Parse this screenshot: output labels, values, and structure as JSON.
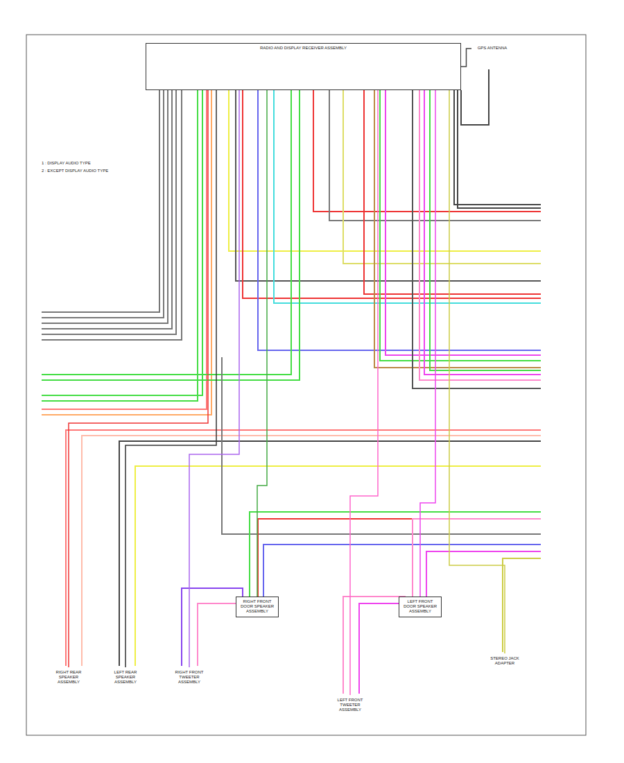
{
  "diagram": {
    "nodes": [
      {
        "text": [
          "RADIO AND DISPLAY RECEIVER ASSEMBLY"
        ]
      },
      {
        "text": [
          "GPS ANTENNA"
        ]
      },
      {
        "text": [
          "RIGHT REAR SPEAKER ASSEMBLY"
        ]
      },
      {
        "text": [
          "LEFT REAR SPEAKER ASSEMBLY"
        ]
      },
      {
        "text": [
          "RIGHT FRONT TWEETER ASSEMBLY"
        ]
      },
      {
        "text": [
          "RIGHT FRONT DOOR SPEAKER ASSEMBLY"
        ]
      },
      {
        "text": [
          "LEFT FRONT TWEETER ASSEMBLY"
        ]
      },
      {
        "text": [
          "LEFT FRONT DOOR SPEAKER ASSEMBLY"
        ]
      },
      {
        "text": [
          "STEREO JACK ADAPTER"
        ]
      }
    ],
    "edges": [
      {
        "from": 0,
        "to": 1,
        "arrow": "none"
      },
      {
        "from": 0,
        "to": 2,
        "arrow": "none"
      },
      {
        "from": 0,
        "to": 3,
        "arrow": "none"
      },
      {
        "from": 0,
        "to": 4,
        "arrow": "none"
      },
      {
        "from": 0,
        "to": 5,
        "arrow": "none"
      },
      {
        "from": 0,
        "to": 6,
        "arrow": "none"
      },
      {
        "from": 0,
        "to": 7,
        "arrow": "none"
      },
      {
        "from": 0,
        "to": 8,
        "arrow": "none"
      }
    ],
    "legend": [
      {
        "text": "1 : DISPLAY AUDIO TYPE"
      },
      {
        "text": "2 : EXCEPT DISPLAY AUDIO TYPE"
      }
    ]
  }
}
